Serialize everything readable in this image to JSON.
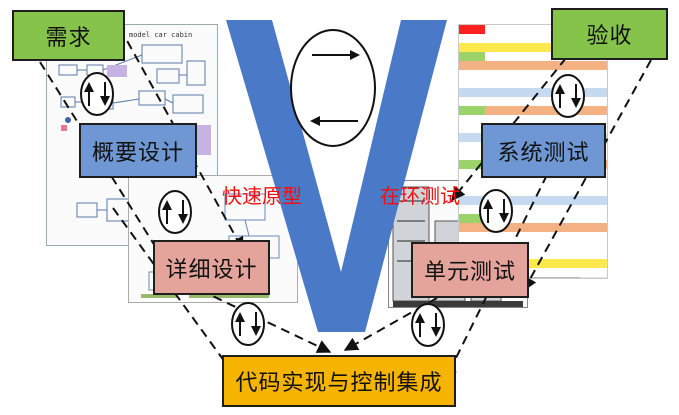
{
  "diagram": {
    "letter": "V",
    "boxes": {
      "requirements": "需求",
      "overview_design": "概要设计",
      "detailed_design": "详细设计",
      "implementation": "代码实现与控制集成",
      "unit_test": "单元测试",
      "system_test": "系统测试",
      "acceptance": "验收"
    },
    "labels": {
      "rapid_prototype": "快速原型",
      "in_loop_test": "在环测试"
    },
    "model_sheet_title": "model car cabin",
    "colors": {
      "v_shape": "#4a79c8",
      "green_box": "#86c34a",
      "blue_box": "#6e97d3",
      "pink_box": "#e4a49c",
      "orange_box": "#f6b400",
      "red_label": "#ee1111"
    }
  }
}
